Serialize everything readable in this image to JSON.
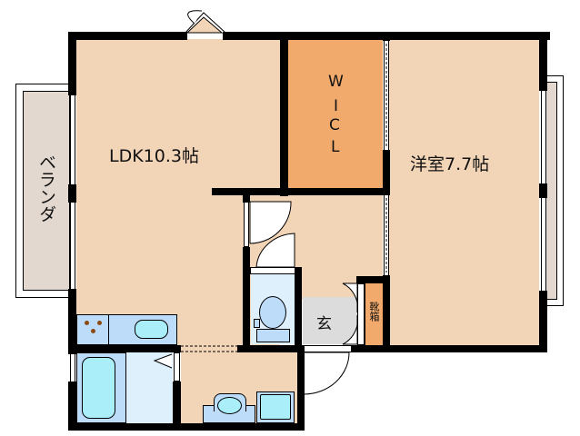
{
  "rooms": {
    "ldk": {
      "label": "LDK10.3帖"
    },
    "bedroom": {
      "label": "洋室7.7帖"
    },
    "wic": {
      "letters": [
        "W",
        "I",
        "C",
        "L"
      ]
    },
    "veranda": {
      "label": "ベランダ"
    },
    "genkan": {
      "label": "玄"
    },
    "shoe_box": {
      "label": "靴箱"
    }
  },
  "colors": {
    "room_fill": "#f2d4b7",
    "wic_fill": "#f2aa6c",
    "veranda_fill": "#e3d8cf",
    "genkan_fill": "#dcdcdc",
    "fixture_fill": "#bcdcfa",
    "fixture_inner": "#aaeefa",
    "wall": "#000000"
  }
}
